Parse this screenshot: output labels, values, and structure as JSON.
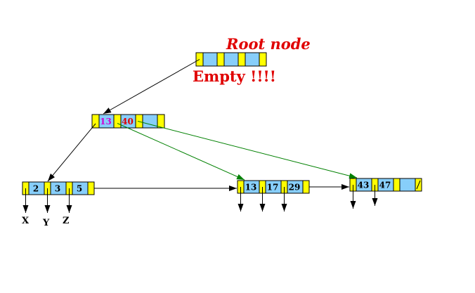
{
  "labels": {
    "root_title": "Root node",
    "root_status": "Empty !!!!"
  },
  "nodes": {
    "root": {
      "keys": [
        "",
        "",
        ""
      ]
    },
    "internal": {
      "keys": [
        "13",
        "40",
        ""
      ],
      "key_colors": [
        "#d000d0",
        "#e00000",
        "#000000"
      ]
    },
    "leaf_a": {
      "keys": [
        "2",
        "3",
        "5"
      ]
    },
    "leaf_b": {
      "keys": [
        "13",
        "17",
        "29"
      ]
    },
    "leaf_c": {
      "keys": [
        "43",
        "47",
        ""
      ]
    }
  },
  "pointer_labels": [
    "X",
    "Y",
    "Z"
  ],
  "colors": {
    "pointer_slot": "#ffff00",
    "key_slot": "#87cefa",
    "highlight": "#e00000",
    "green_arrow": "#008000",
    "black_arrow": "#000000"
  }
}
